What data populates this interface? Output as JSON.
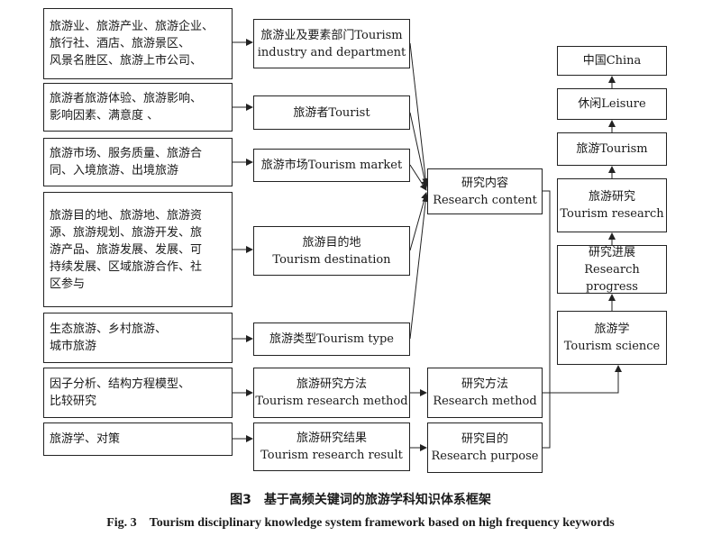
{
  "keyword_groups": [
    [
      "旅游业、旅游产业、旅游企业、",
      "旅行社、酒店、旅游景区、",
      "风景名胜区、旅游上市公司、"
    ],
    [
      "旅游者旅游体验、旅游影响、",
      "影响因素、满意度 、"
    ],
    [
      "旅游市场、服务质量、旅游合",
      "同、入境旅游、出境旅游"
    ],
    [
      "旅游目的地、旅游地、旅游资",
      "源、旅游规划、旅游开发、旅",
      "游产品、旅游发展、发展、可",
      "持续发展、区域旅游合作、社",
      "区参与"
    ],
    [
      "生态旅游、乡村旅游、",
      "城市旅游"
    ],
    [
      "因子分析、结构方程模型、",
      "比较研究"
    ],
    [
      "旅游学、对策"
    ]
  ],
  "categories": [
    [
      "旅游业及要素部门Tourism",
      "industry and department"
    ],
    [
      "旅游者Tourist"
    ],
    [
      "旅游市场Tourism market"
    ],
    [
      "旅游目的地",
      "Tourism destination"
    ],
    [
      "旅游类型Tourism type"
    ],
    [
      "旅游研究方法",
      "Tourism research method"
    ],
    [
      "旅游研究结果",
      "Tourism research result"
    ]
  ],
  "aggregates": {
    "content": [
      "研究内容",
      "Research content"
    ],
    "method": [
      "研究方法",
      "Research method"
    ],
    "purpose": [
      "研究目的",
      "Research purpose"
    ]
  },
  "hierarchy": [
    [
      "中国China"
    ],
    [
      "休闲Leisure"
    ],
    [
      "旅游Tourism"
    ],
    [
      "旅游研究",
      "Tourism research"
    ],
    [
      "研究进展",
      "Research progress"
    ],
    [
      "旅游学",
      "Tourism science"
    ]
  ],
  "caption": {
    "cn": "图3　基于高频关键词的旅游学科知识体系框架",
    "en": "Fig. 3　Tourism disciplinary knowledge system framework based on high frequency keywords"
  }
}
